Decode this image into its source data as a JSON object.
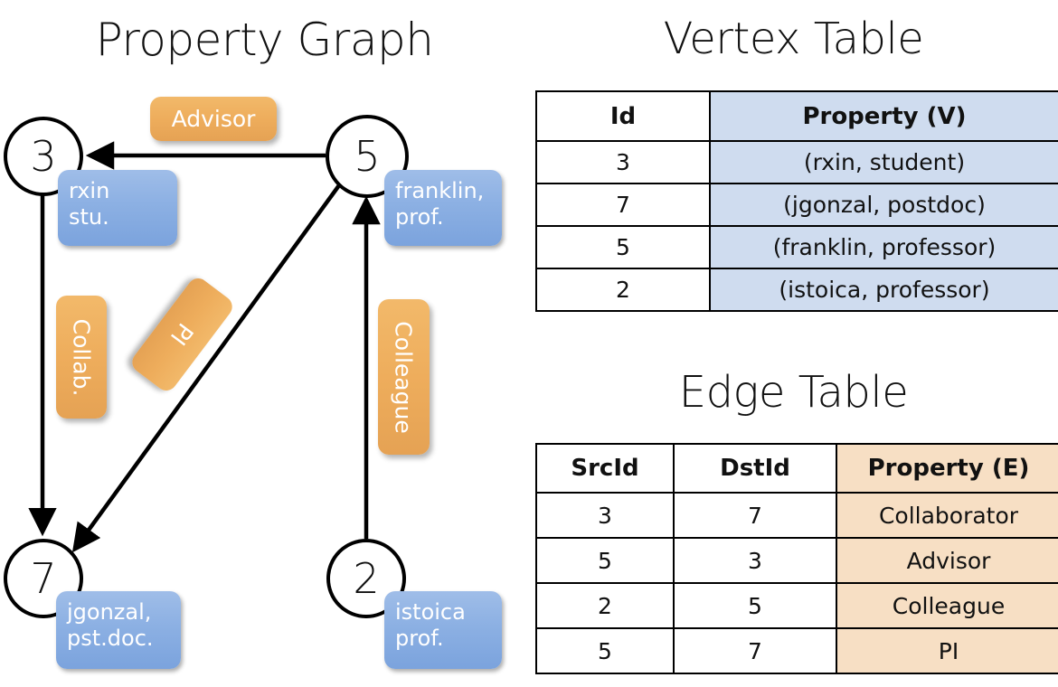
{
  "titles": {
    "property_graph": "Property Graph",
    "vertex_table": "Vertex Table",
    "edge_table": "Edge Table"
  },
  "colors": {
    "vertex_property_fill": "#cfdcef",
    "edge_property_fill": "#f7dfc4",
    "node_property_chip": "#8cb0e3",
    "edge_label_chip": "#eead5c",
    "stroke": "#000000",
    "background": "#ffffff"
  },
  "graph": {
    "nodes": [
      {
        "id": "3",
        "label": "3",
        "property_chip": "rxin\nstu."
      },
      {
        "id": "5",
        "label": "5",
        "property_chip": "franklin,\nprof."
      },
      {
        "id": "7",
        "label": "7",
        "property_chip": "jgonzal,\npst.doc."
      },
      {
        "id": "2",
        "label": "2",
        "property_chip": "istoica\nprof."
      }
    ],
    "edge_labels": [
      {
        "name": "advisor",
        "text": "Advisor"
      },
      {
        "name": "collab",
        "text": "Collab."
      },
      {
        "name": "pi",
        "text": "PI"
      },
      {
        "name": "colleague",
        "text": "Colleague"
      }
    ],
    "edges": [
      {
        "src": "5",
        "dst": "3",
        "label": "Advisor"
      },
      {
        "src": "3",
        "dst": "7",
        "label": "Collab."
      },
      {
        "src": "5",
        "dst": "7",
        "label": "PI"
      },
      {
        "src": "2",
        "dst": "5",
        "label": "Colleague"
      }
    ]
  },
  "vertex_table": {
    "headers": [
      "Id",
      "Property (V)"
    ],
    "rows": [
      {
        "id": "3",
        "property": "(rxin, student)"
      },
      {
        "id": "7",
        "property": "(jgonzal, postdoc)"
      },
      {
        "id": "5",
        "property": "(franklin, professor)"
      },
      {
        "id": "2",
        "property": "(istoica, professor)"
      }
    ]
  },
  "edge_table": {
    "headers": [
      "SrcId",
      "DstId",
      "Property (E)"
    ],
    "rows": [
      {
        "src": "3",
        "dst": "7",
        "property": "Collaborator"
      },
      {
        "src": "5",
        "dst": "3",
        "property": "Advisor"
      },
      {
        "src": "2",
        "dst": "5",
        "property": "Colleague"
      },
      {
        "src": "5",
        "dst": "7",
        "property": "PI"
      }
    ]
  },
  "chart_data": {
    "type": "diagram",
    "title": "Property Graph",
    "nodes": [
      "3",
      "7",
      "5",
      "2"
    ],
    "edges": [
      {
        "from": "3",
        "to": "7",
        "label": "Collaborator"
      },
      {
        "from": "5",
        "to": "3",
        "label": "Advisor"
      },
      {
        "from": "2",
        "to": "5",
        "label": "Colleague"
      },
      {
        "from": "5",
        "to": "7",
        "label": "PI"
      }
    ]
  }
}
